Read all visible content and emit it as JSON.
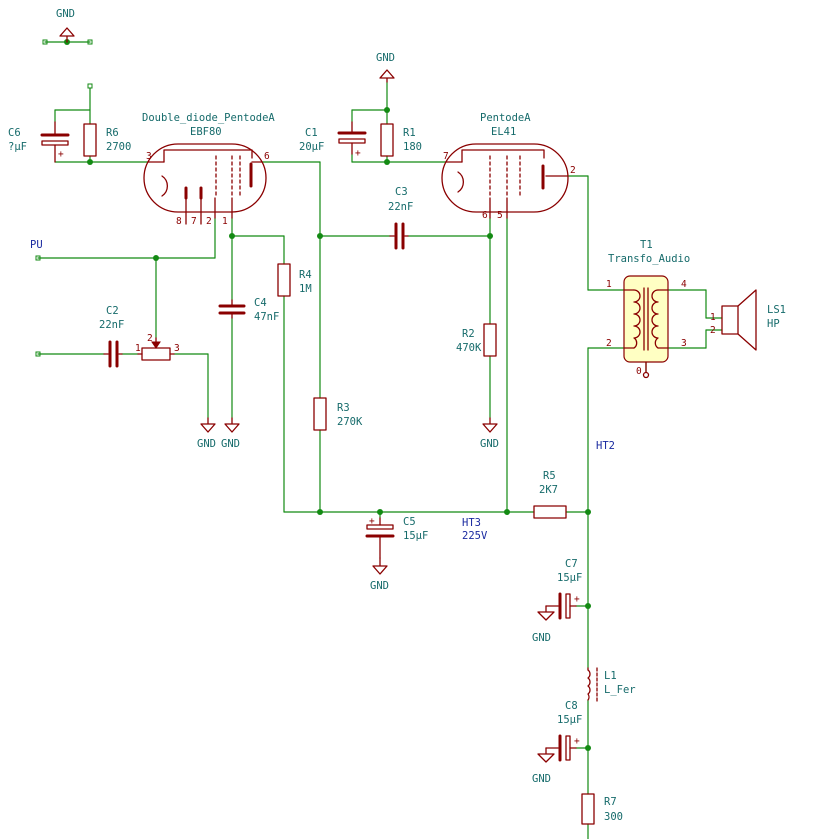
{
  "components": {
    "C6": {
      "ref": "C6",
      "value": "?µF"
    },
    "R6": {
      "ref": "R6",
      "value": "2700"
    },
    "V1": {
      "ref": "Double_diode_PentodeA",
      "value": "EBF80"
    },
    "C1": {
      "ref": "C1",
      "value": "20µF"
    },
    "R1": {
      "ref": "R1",
      "value": "180"
    },
    "V2": {
      "ref": "PentodeA",
      "value": "EL41"
    },
    "C3": {
      "ref": "C3",
      "value": "22nF"
    },
    "C2": {
      "ref": "C2",
      "value": "22nF"
    },
    "R4": {
      "ref": "R4",
      "value": "1M"
    },
    "C4": {
      "ref": "C4",
      "value": "47nF"
    },
    "R2": {
      "ref": "R2",
      "value": "470K"
    },
    "R3": {
      "ref": "R3",
      "value": "270K"
    },
    "C5": {
      "ref": "C5",
      "value": "15µF"
    },
    "R5": {
      "ref": "R5",
      "value": "2K7"
    },
    "T1": {
      "ref": "T1",
      "value": "Transfo_Audio"
    },
    "LS1": {
      "ref": "LS1",
      "value": "HP"
    },
    "C7": {
      "ref": "C7",
      "value": "15µF"
    },
    "L1": {
      "ref": "L1",
      "value": "L_Fer"
    },
    "C8": {
      "ref": "C8",
      "value": "15µF"
    },
    "R7": {
      "ref": "R7",
      "value": "300"
    }
  },
  "power": {
    "gnd": "GND"
  },
  "nets": {
    "pu": "PU",
    "ht2": "HT2",
    "ht3": "HT3",
    "ht3_voltage": "225V"
  },
  "pins": {
    "v1_grid": "3",
    "v1_plate": "6",
    "v1_p8": "8",
    "v1_p7": "7",
    "v1_p2": "2",
    "v1_p1": "1",
    "v2_grid": "7",
    "v2_plate": "2",
    "v2_p6": "6",
    "v2_p5": "5",
    "pot_1": "1",
    "pot_2": "2",
    "pot_3": "3",
    "t1_1": "1",
    "t1_2": "2",
    "t1_3": "3",
    "t1_4": "4",
    "t1_0": "0",
    "ls_1": "1",
    "ls_2": "2",
    "polarity": "+"
  }
}
